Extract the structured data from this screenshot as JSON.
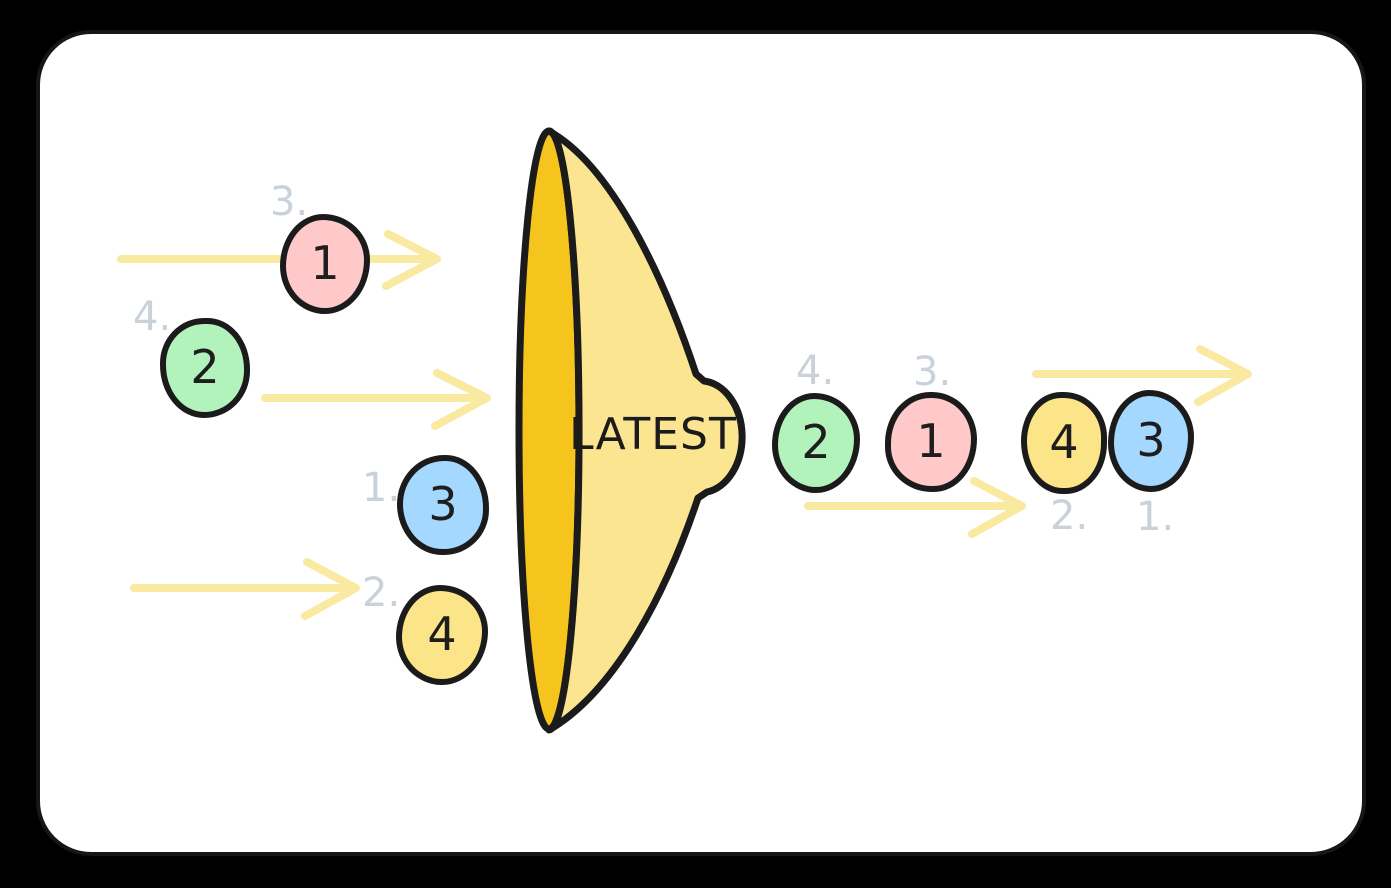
{
  "diagram": {
    "funnel_label": "LATEST"
  },
  "palette": {
    "marble_pink": "#FFC9C9",
    "marble_green": "#B2F2BB",
    "marble_blue": "#A5D8FF",
    "marble_yellow": "#FCE588",
    "funnel_mouth": "#F6C51D",
    "funnel_body": "#FBE590",
    "arrow_yellow": "#FAE9A0",
    "order_label_gray": "#C9D2DA",
    "outline_black": "#1B1B1B",
    "card_background": "#FFFFFF",
    "page_background": "#000000"
  },
  "input_marbles": [
    {
      "value": "1",
      "color": "pink",
      "arrival_order": "3."
    },
    {
      "value": "2",
      "color": "green",
      "arrival_order": "4."
    },
    {
      "value": "3",
      "color": "blue",
      "arrival_order": "1."
    },
    {
      "value": "4",
      "color": "yellow",
      "arrival_order": "2."
    }
  ],
  "output_marbles": [
    {
      "value": "2",
      "color": "green",
      "arrival_order": "4."
    },
    {
      "value": "1",
      "color": "pink",
      "arrival_order": "3."
    },
    {
      "value": "4",
      "color": "yellow",
      "arrival_order": "2."
    },
    {
      "value": "3",
      "color": "blue",
      "arrival_order": "1."
    }
  ]
}
